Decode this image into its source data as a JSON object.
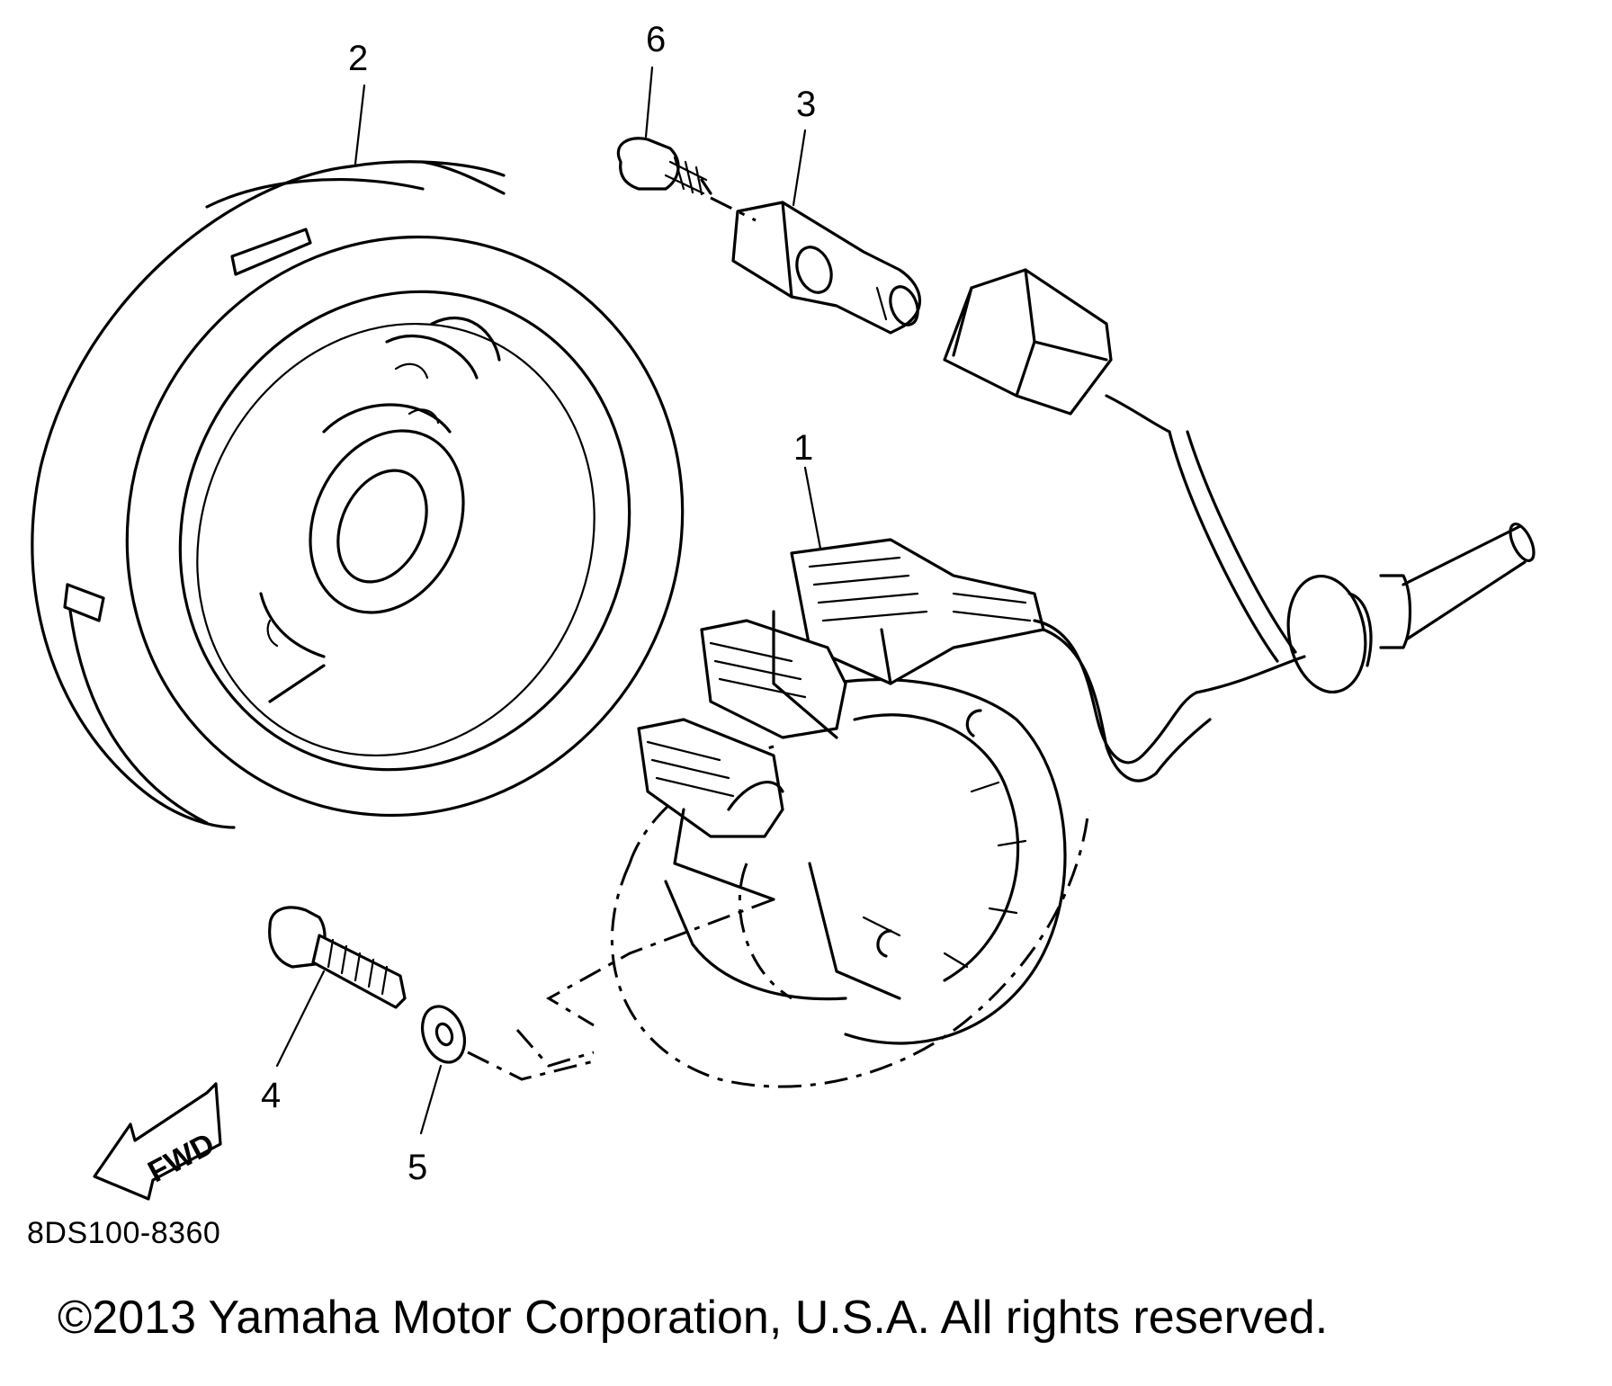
{
  "diagram": {
    "callouts": [
      {
        "id": "stator",
        "label": "1"
      },
      {
        "id": "rotor",
        "label": "2"
      },
      {
        "id": "pickup-coil",
        "label": "3"
      },
      {
        "id": "stator-bolt",
        "label": "4"
      },
      {
        "id": "washer",
        "label": "5"
      },
      {
        "id": "pickup-screw",
        "label": "6"
      }
    ],
    "direction_arrow": {
      "label": "FWD"
    },
    "diagram_code": "8DS100-8360",
    "copyright": "©2013 Yamaha Motor Corporation, U.S.A. All rights reserved."
  }
}
